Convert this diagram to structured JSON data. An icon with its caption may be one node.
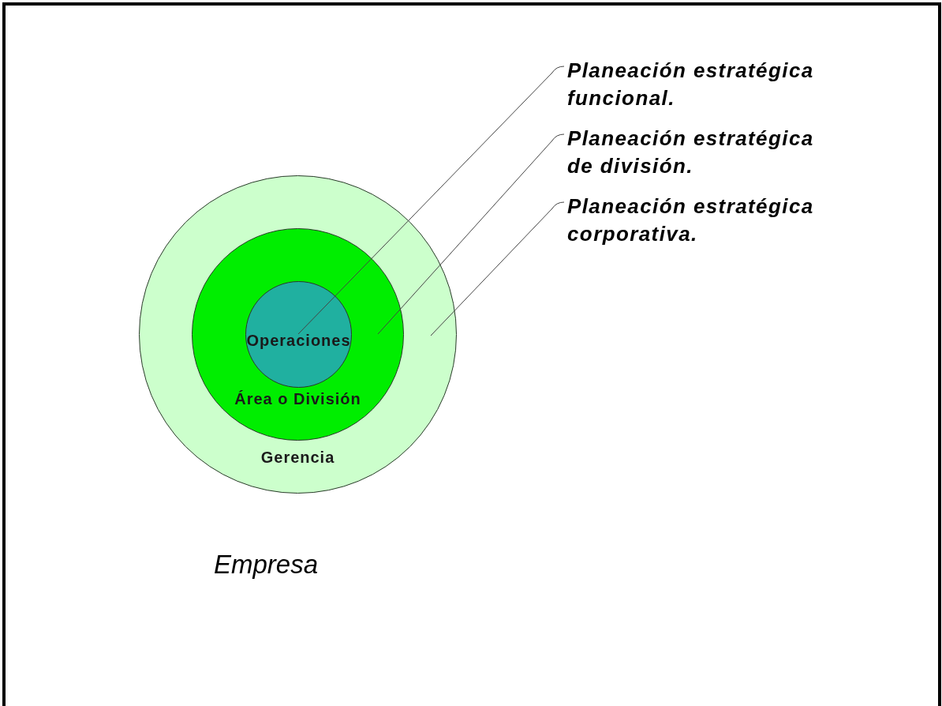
{
  "diagram": {
    "nodes": [
      {
        "text": [
          "Gerencia"
        ]
      },
      {
        "text": [
          "Área o División"
        ],
        "in": 0
      },
      {
        "text": [
          "Operaciones"
        ],
        "in": 1
      },
      {
        "text": [
          "Planeación estratégica funcional."
        ]
      },
      {
        "text": [
          "Planeación estratégica de división."
        ]
      },
      {
        "text": [
          "Planeación estratégica corporativa."
        ]
      }
    ],
    "edges": [
      {
        "from": 3,
        "to": 2,
        "arrow": "none"
      },
      {
        "from": 4,
        "to": 1,
        "arrow": "none"
      },
      {
        "from": 5,
        "to": 0,
        "arrow": "none"
      }
    ],
    "labels": [
      "Empresa"
    ]
  }
}
